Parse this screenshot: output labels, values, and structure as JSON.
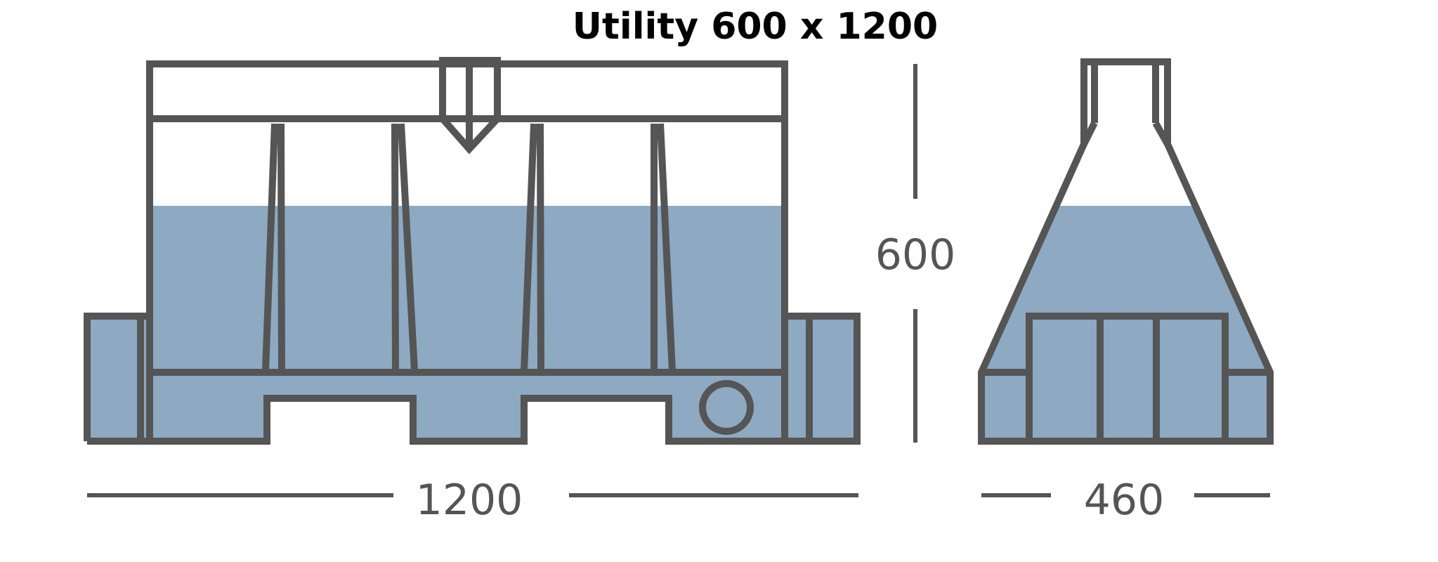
{
  "diagram": {
    "title": "Utility 600 x 1200",
    "dimensions": {
      "length": "1200",
      "height": "600",
      "width": "460"
    },
    "colors": {
      "outline": "#555555",
      "water_fill": "#8ea9c2",
      "background": "#ffffff",
      "dimension_text": "#555555"
    }
  }
}
